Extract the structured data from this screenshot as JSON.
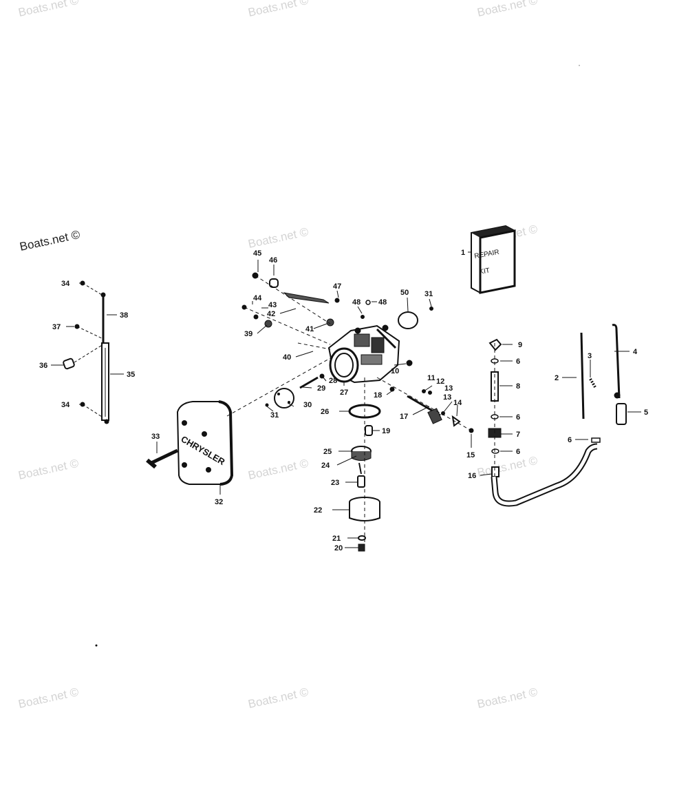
{
  "watermarks": {
    "main": "Boats.net ©",
    "faint": "Boats.net ©"
  },
  "repair_kit": {
    "line1": "REPAIR",
    "line2": "KIT"
  },
  "air_silencer_brand": "CHRYSLER",
  "callouts": {
    "c1": "1",
    "c2": "2",
    "c3": "3",
    "c4": "4",
    "c5": "5",
    "c6a": "6",
    "c6b": "6",
    "c6c": "6",
    "c6d": "6",
    "c7": "7",
    "c8": "8",
    "c9": "9",
    "c10": "10",
    "c11": "11",
    "c12": "12",
    "c13a": "13",
    "c13b": "13",
    "c14": "14",
    "c15": "15",
    "c16": "16",
    "c17": "17",
    "c18": "18",
    "c19": "19",
    "c20": "20",
    "c21": "21",
    "c22": "22",
    "c23": "23",
    "c24": "24",
    "c25": "25",
    "c26": "26",
    "c27": "27",
    "c28": "28",
    "c29": "29",
    "c30": "30",
    "c31a": "31",
    "c31b": "31",
    "c32": "32",
    "c33": "33",
    "c34a": "34",
    "c34b": "34",
    "c35": "35",
    "c36": "36",
    "c37": "37",
    "c38": "38",
    "c39": "39",
    "c40": "40",
    "c41": "41",
    "c42": "42",
    "c43": "43",
    "c44": "44",
    "c45": "45",
    "c46": "46",
    "c47": "47",
    "c48a": "48",
    "c48b": "48",
    "c50": "50"
  },
  "colors": {
    "ink": "#111111",
    "watermark": "#d4d4d4",
    "background": "#ffffff"
  }
}
